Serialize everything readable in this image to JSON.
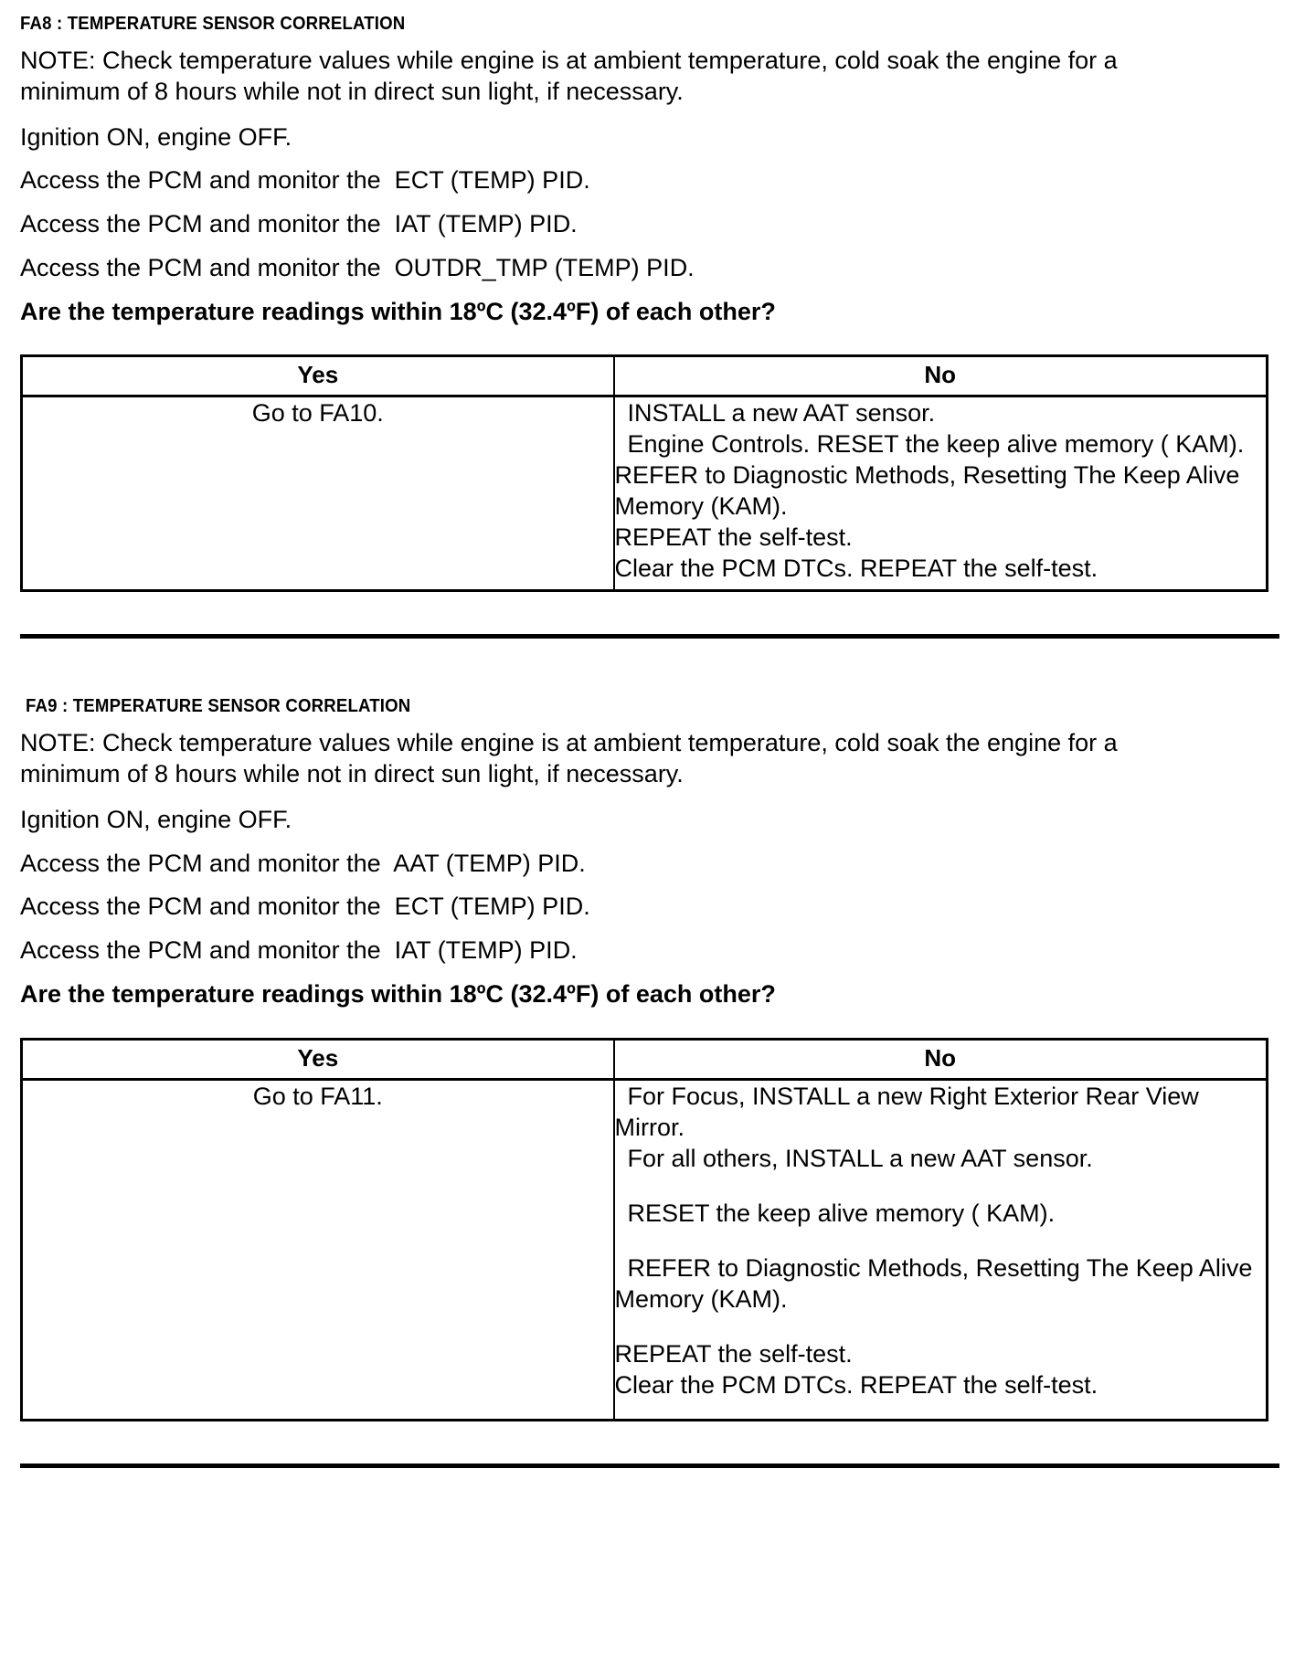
{
  "document": {
    "type": "service-manual-pinpoint-test",
    "degree_symbol": "º"
  },
  "sections": [
    {
      "id": "FA8",
      "heading": "FA8 : TEMPERATURE SENSOR CORRELATION",
      "note": "NOTE: Check temperature values while engine is at ambient temperature, cold soak the engine for a minimum of 8 hours while not in direct sun light, if necessary.",
      "steps": [
        "Ignition ON, engine OFF.",
        "Access the PCM and monitor the  ECT (TEMP) PID.",
        "Access the PCM and monitor the  IAT (TEMP) PID.",
        "Access the PCM and monitor the  OUTDR_TMP (TEMP) PID."
      ],
      "question": "Are the temperature readings within 18ºC (32.4ºF) of each other?",
      "table": {
        "headers": {
          "yes": "Yes",
          "no": "No"
        },
        "yes_action": "Go to FA10.",
        "no_lines": [
          {
            "text": "INSTALL a new AAT sensor.",
            "indent": true
          },
          {
            "text": "Engine Controls. RESET the keep alive memory ( KAM). REFER to Diagnostic Methods, Resetting The Keep Alive Memory (KAM).",
            "indent": true
          },
          {
            "text": "REPEAT the self-test.",
            "indent": false
          },
          {
            "text": "Clear the PCM DTCs. REPEAT the self-test.",
            "indent": false
          }
        ]
      }
    },
    {
      "id": "FA9",
      "heading": "FA9 : TEMPERATURE SENSOR CORRELATION",
      "note": "NOTE: Check temperature values while engine is at ambient temperature, cold soak the engine for a minimum of 8 hours while not in direct sun light, if necessary.",
      "steps": [
        "Ignition ON, engine OFF.",
        "Access the PCM and monitor the  AAT (TEMP) PID.",
        "Access the PCM and monitor the  ECT (TEMP) PID.",
        "Access the PCM and monitor the  IAT (TEMP) PID."
      ],
      "question": "Are the temperature readings within 18ºC (32.4ºF) of each other?",
      "table": {
        "headers": {
          "yes": "Yes",
          "no": "No"
        },
        "yes_action": "Go to FA11.",
        "no_lines": [
          {
            "text": "For Focus, INSTALL a new Right Exterior Rear View Mirror.",
            "indent": true,
            "gap_after": false
          },
          {
            "text": "For all others, INSTALL a new AAT sensor.",
            "indent": true,
            "gap_after": true
          },
          {
            "text": "RESET the  keep alive memory ( KAM).",
            "indent": true,
            "gap_after": true
          },
          {
            "text": "REFER to Diagnostic Methods, Resetting The Keep Alive Memory (KAM).",
            "indent": true,
            "gap_after": true
          },
          {
            "text": "REPEAT the self-test.",
            "indent": false,
            "gap_after": false
          },
          {
            "text": "Clear the PCM DTCs. REPEAT the self-test.",
            "indent": false,
            "gap_after": false
          }
        ]
      }
    }
  ]
}
